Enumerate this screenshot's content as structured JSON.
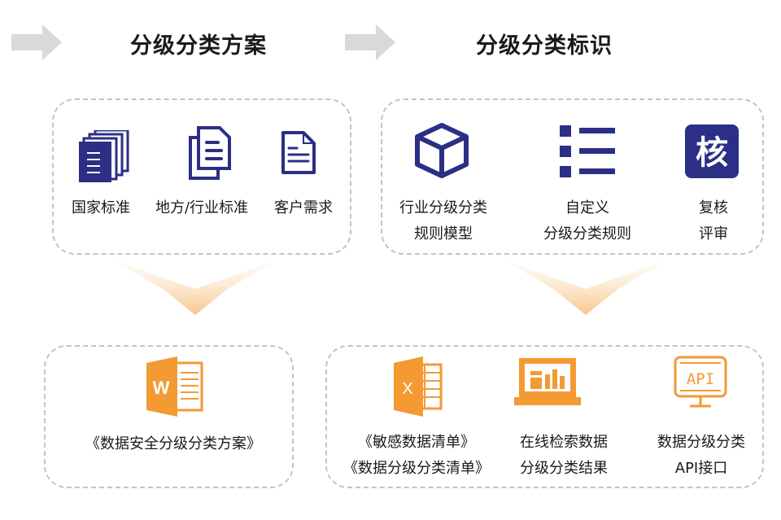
{
  "colors": {
    "navy": "#2b2f85",
    "orange": "#f39a33",
    "arrow_gray": "#d9d9d9",
    "border": "#c4c4c4"
  },
  "header": {
    "left_title": "分级分类方案",
    "right_title": "分级分类标识"
  },
  "sources": {
    "items": [
      {
        "label": "国家标准",
        "icon": "stacked-documents-icon"
      },
      {
        "label": "地方/行业标准",
        "icon": "copy-document-icon"
      },
      {
        "label": "客户需求",
        "icon": "document-icon"
      }
    ]
  },
  "identification": {
    "items": [
      {
        "line1": "行业分级分类",
        "line2": "规则模型",
        "icon": "cube-icon"
      },
      {
        "line1": "自定义",
        "line2": "分级分类规则",
        "icon": "list-icon"
      },
      {
        "line1": "复核",
        "line2": "评审",
        "icon": "review-badge-icon",
        "badge_text": "核"
      }
    ]
  },
  "plan_output": {
    "icon": "word-document-icon",
    "icon_letter": "W",
    "label": "《数据安全分级分类方案》"
  },
  "identification_output": {
    "items": [
      {
        "line1": "《敏感数据清单》",
        "line2": "《数据分级分类清单》",
        "icon": "excel-icon",
        "icon_letter": "X"
      },
      {
        "line1": "在线检索数据",
        "line2": "分级分类结果",
        "icon": "laptop-chart-icon"
      },
      {
        "line1": "数据分级分类",
        "line2": "API接口",
        "icon": "api-monitor-icon",
        "icon_text": "API"
      }
    ]
  }
}
